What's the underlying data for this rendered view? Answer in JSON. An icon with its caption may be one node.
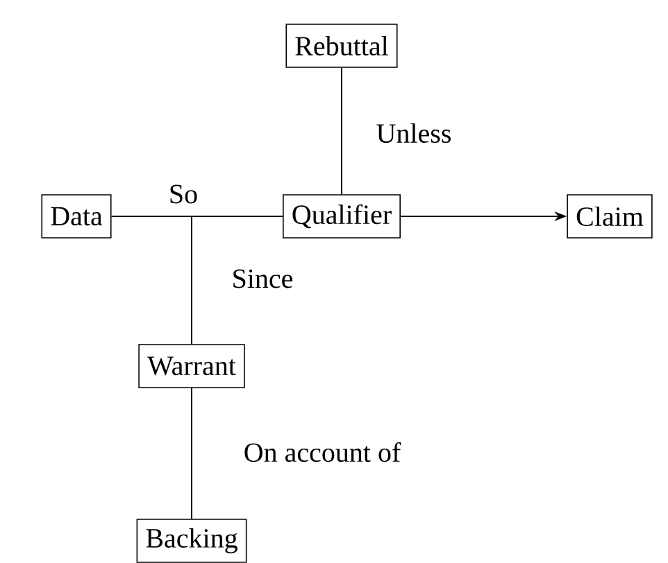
{
  "diagram": {
    "nodes": [
      {
        "text": [
          "Rebuttal"
        ]
      },
      {
        "text": [
          "Data"
        ]
      },
      {
        "text": [
          "Qualifier"
        ]
      },
      {
        "text": [
          "Claim"
        ]
      },
      {
        "text": [
          "Warrant"
        ]
      },
      {
        "text": [
          "Backing"
        ]
      }
    ],
    "edges": [
      {
        "from": 1,
        "to": 2,
        "arrow": "none",
        "label": "So"
      },
      {
        "from": 2,
        "to": 3,
        "arrow": "to"
      },
      {
        "from": 0,
        "to": 2,
        "arrow": "none",
        "label": "Unless"
      },
      {
        "from": 4,
        "to": null,
        "arrow": "none",
        "label": "Since"
      },
      {
        "from": 5,
        "to": 4,
        "arrow": "none",
        "label": "On account of"
      }
    ]
  }
}
